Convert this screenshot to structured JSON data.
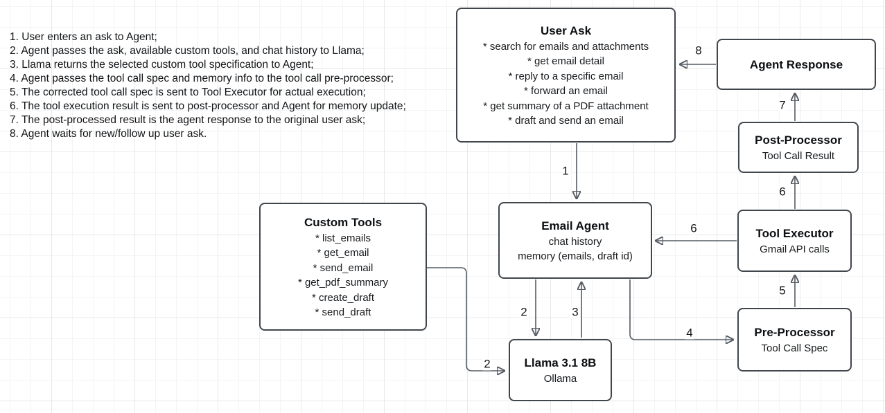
{
  "notes": {
    "lines": [
      "1. User enters an ask to Agent;",
      "2. Agent passes the ask, available custom tools, and chat history to Llama;",
      "3. Llama returns the selected custom tool specification to Agent;",
      "4. Agent passes the tool call spec and memory info to the tool call pre-processor;",
      "5. The corrected tool call spec is sent to Tool Executor for actual execution;",
      "6. The tool execution result is sent to post-processor and Agent for memory update;",
      "7. The post-processed result is the agent response to the original user ask;",
      "8. Agent waits for new/follow up user ask."
    ]
  },
  "nodes": {
    "user_ask": {
      "title": "User Ask",
      "items": [
        "* search for emails and attachments",
        "* get email detail",
        "* reply to a specific email",
        "* forward an email",
        "* get summary of a PDF attachment",
        "* draft and send an email"
      ]
    },
    "agent_response": {
      "title": "Agent Response"
    },
    "post_processor": {
      "title": "Post-Processor",
      "subtitle": "Tool Call Result"
    },
    "tool_executor": {
      "title": "Tool Executor",
      "subtitle": "Gmail API calls"
    },
    "pre_processor": {
      "title": "Pre-Processor",
      "subtitle": "Tool Call Spec"
    },
    "email_agent": {
      "title": "Email Agent",
      "lines": [
        "chat history",
        "memory (emails, draft id)"
      ]
    },
    "custom_tools": {
      "title": "Custom Tools",
      "items": [
        "* list_emails",
        "* get_email",
        "* send_email",
        "* get_pdf_summary",
        "* create_draft",
        "* send_draft"
      ]
    },
    "llama": {
      "title": "Llama 3.1 8B",
      "subtitle": "Ollama"
    }
  },
  "edge_labels": {
    "step1": "1",
    "step2_agent_to_llama": "2",
    "step2_tools_to_llama": "2",
    "step3": "3",
    "step4": "4",
    "step5": "5",
    "step6_to_postprocessor": "6",
    "step6_to_agent": "6",
    "step7": "7",
    "step8": "8"
  },
  "colors": {
    "node_border": "#40464c",
    "edge_stroke": "#555c63",
    "arrowhead": "#3b4148",
    "grid_minor": "#f4f4f4",
    "grid_major": "#e8e8e8",
    "background": "#ffffff",
    "text": "#111417"
  }
}
